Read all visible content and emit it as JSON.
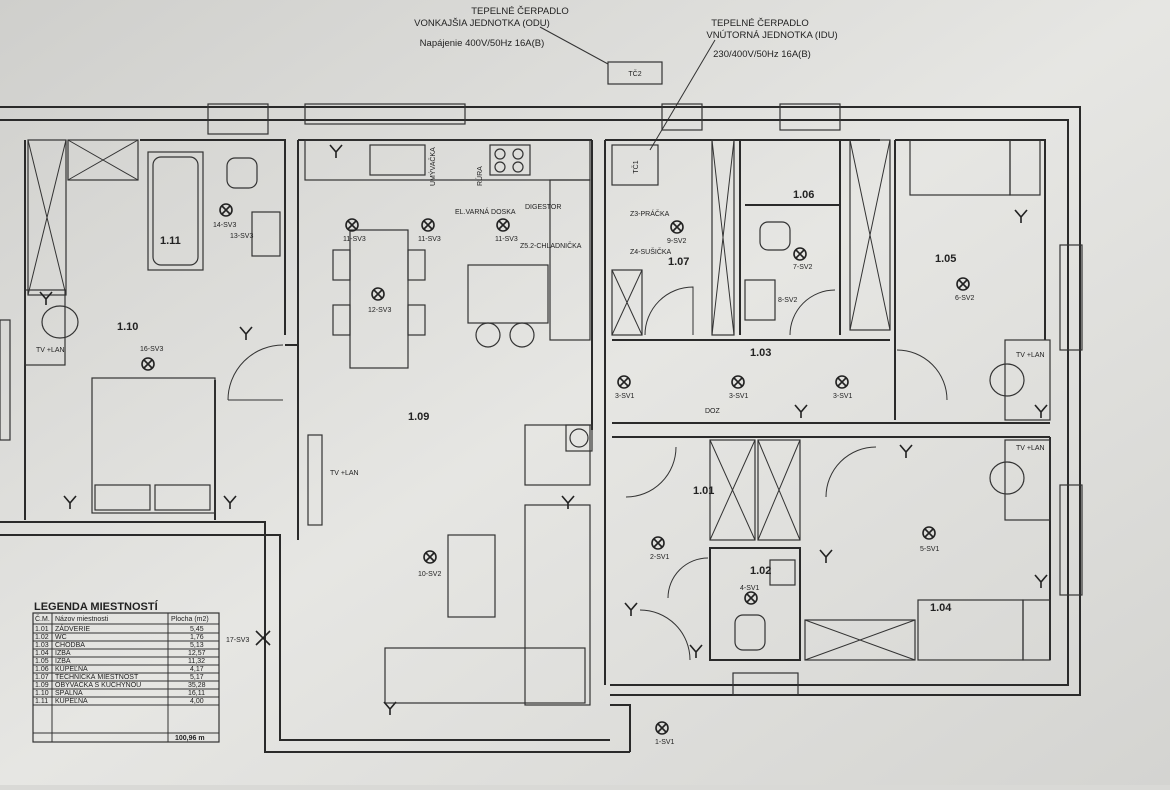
{
  "notes": {
    "odu": [
      "TEPELNÉ ČERPADLO",
      "VONKAJŠIA JEDNOTKA (ODU)",
      "Napájenie 400V/50Hz 16A(B)"
    ],
    "idu": [
      "TEPELNÉ ČERPADLO",
      "VNÚTORNÁ JEDNOTKA (IDU)",
      "230/400V/50Hz 16A(B)"
    ],
    "tc2": "TČ2",
    "tc1": "TČ1"
  },
  "rooms": [
    "1.01",
    "1.02",
    "1.03",
    "1.04",
    "1.05",
    "1.06",
    "1.07",
    "1.09",
    "1.10",
    "1.11"
  ],
  "lights": [
    "1-SV1",
    "2-SV1",
    "3-SV1",
    "3-SV1",
    "3-SV1",
    "4-SV1",
    "5-SV1",
    "6-SV2",
    "7-SV2",
    "8-SV2",
    "9-SV2",
    "10-SV2",
    "11-SV3",
    "11-SV3",
    "11-SV3",
    "12-SV3",
    "13-SV3",
    "14-SV3",
    "16-SV3",
    "17-SV3"
  ],
  "equip": [
    "Z3-PRÁČKA",
    "Z4-SUŠIČKA",
    "Z5.2-CHLADNIČKA",
    "EL.VARNÁ DOSKA",
    "RÚRA",
    "DIGESTOR",
    "UMÝVAČKA",
    "TV +LAN",
    "DOZ"
  ],
  "legend": {
    "title": "LEGENDA MIESTNOSTÍ",
    "headers": [
      "Č.M.",
      "Názov miestnosti",
      "Plocha (m2)"
    ],
    "rows": [
      [
        "1.01",
        "ZÁDVERIE",
        "5,45"
      ],
      [
        "1.02",
        "WC",
        "1,76"
      ],
      [
        "1.03",
        "CHODBA",
        "5,13"
      ],
      [
        "1.04",
        "IZBA",
        "12,57"
      ],
      [
        "1.05",
        "IZBA",
        "11,32"
      ],
      [
        "1.06",
        "KÚPEĽŇA",
        "4,17"
      ],
      [
        "1.07",
        "TECHNICKÁ MIESTNOSŤ",
        "5,17"
      ],
      [
        "1.09",
        "OBÝVAČKA S KUCHYŇOU",
        "35,28"
      ],
      [
        "1.10",
        "SPÁLŇA",
        "16,11"
      ],
      [
        "1.11",
        "KÚPEĽŇA",
        "4,00"
      ]
    ],
    "total": "100,96 m"
  }
}
